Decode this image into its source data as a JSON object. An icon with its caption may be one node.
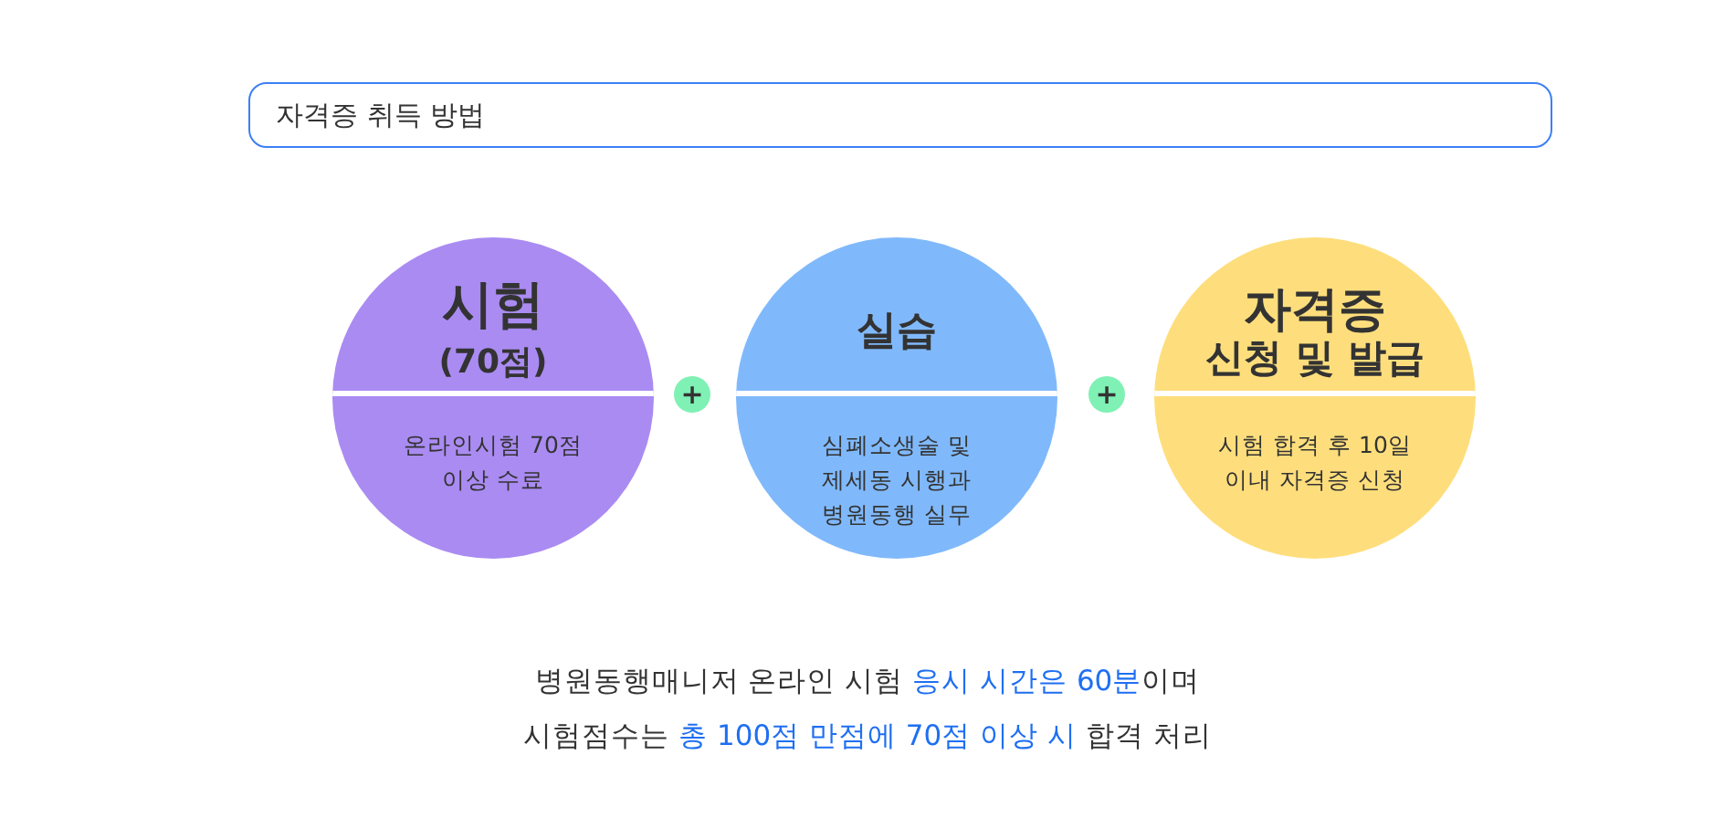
{
  "diagram": {
    "nodes": [
      {
        "text": [
          "자격증 취득 방법"
        ]
      },
      {
        "text": [
          "시험",
          "(70점)",
          "온라인시험 70점 이상 수료"
        ]
      },
      {
        "text": [
          "실습",
          "심폐소생술 및 제세동 시행과 병원동행 실무"
        ]
      },
      {
        "text": [
          "자격증",
          "신청 및 발급",
          "시험 합격 후 10일 이내 자격증 신청"
        ]
      }
    ],
    "labels": [
      "+",
      "+",
      "병원동행매니저 온라인 시험 **응시 시간은 60분**이며",
      "시험점수는 **총 100점 만점에 70점 이상 시** 합격 처리"
    ]
  }
}
